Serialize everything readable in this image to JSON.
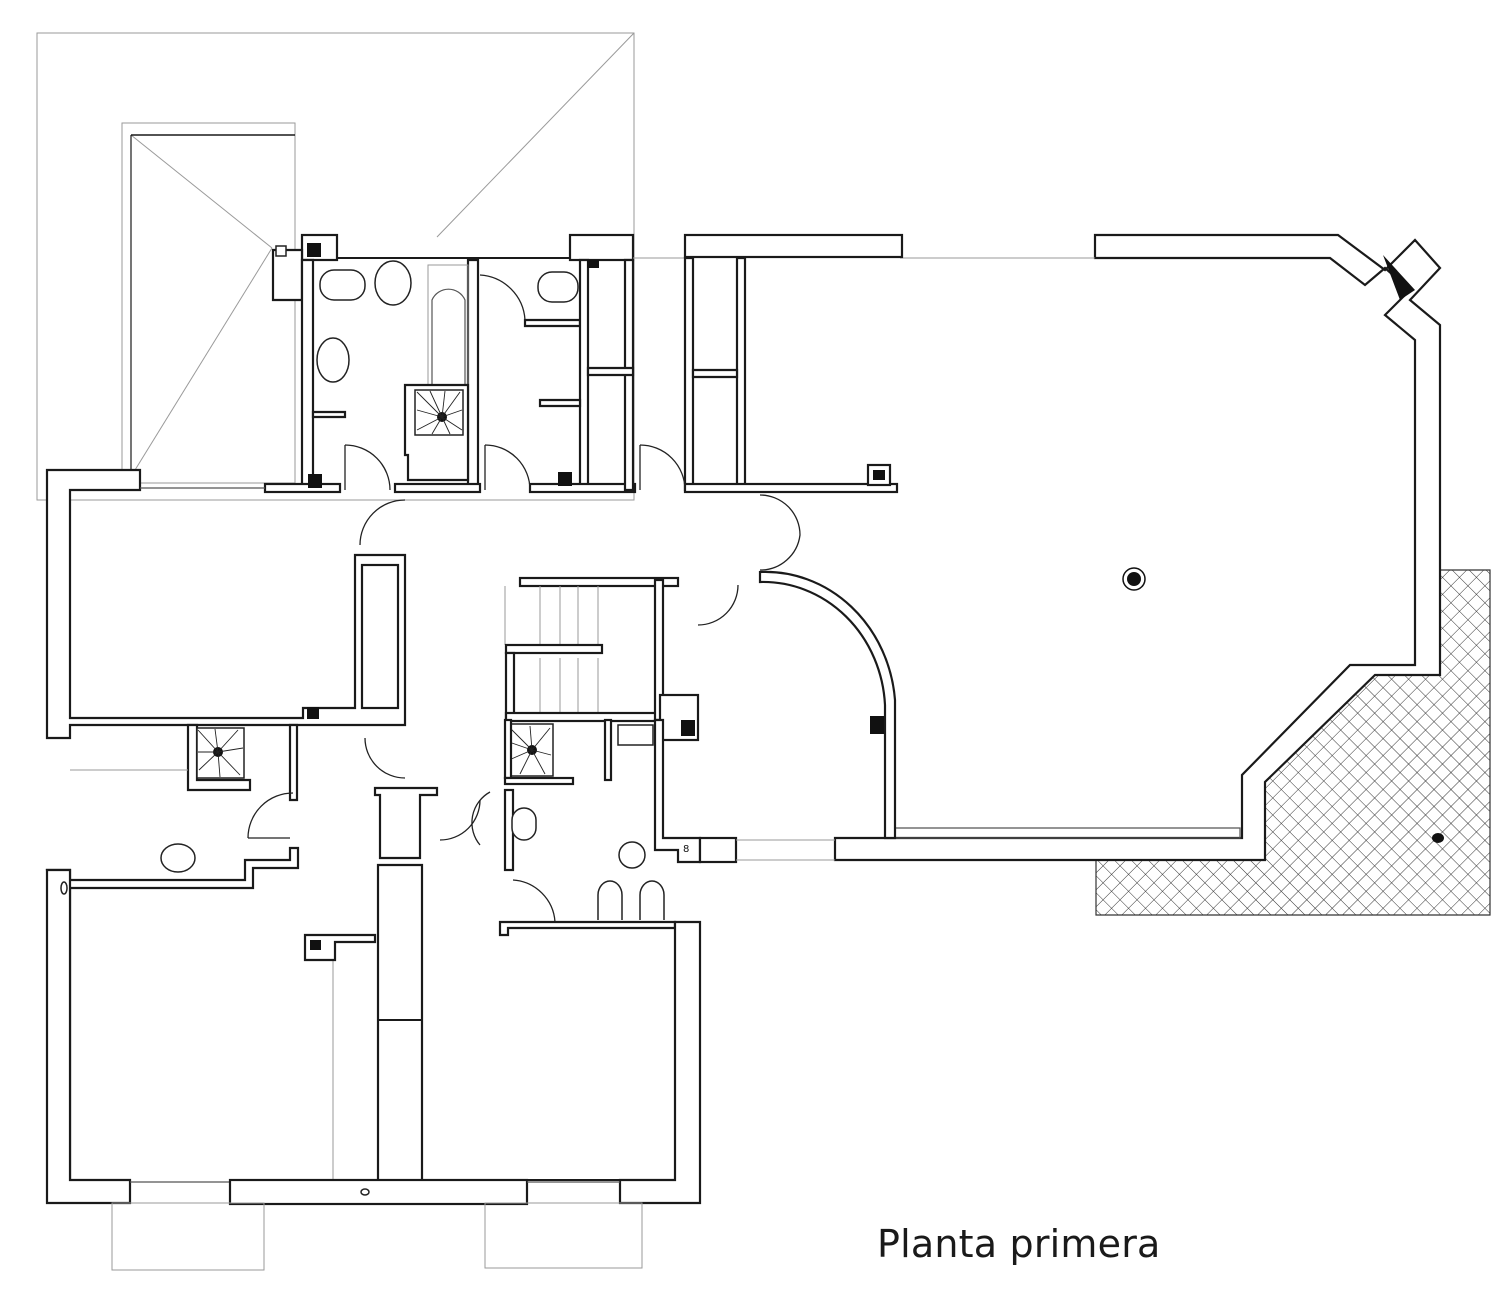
{
  "drawing": {
    "caption": "Planta primera",
    "type": "architectural floor plan",
    "colors": {
      "line": "#1a1a1a",
      "background": "#ffffff",
      "hatch": "#333333",
      "light_line": "#9a9a9a"
    },
    "elements": {
      "spiral_stairs": 3,
      "straight_stairs": 1,
      "bathrooms": 3,
      "hatched_terrace": 1,
      "roof_outlines": 2,
      "curved_wall": 1,
      "column_marker": 1
    }
  }
}
